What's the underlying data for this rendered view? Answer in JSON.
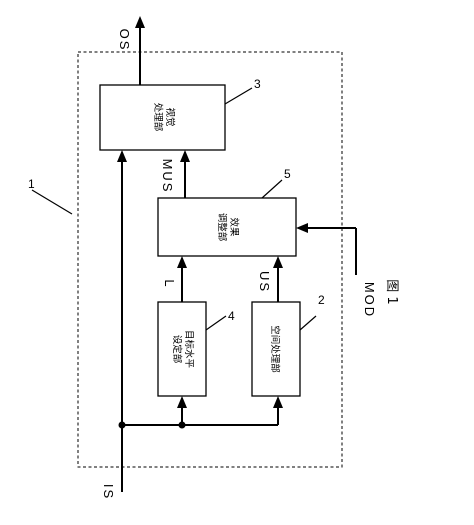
{
  "blocks": {
    "visual": {
      "line1": "视觉",
      "line2": "处理部",
      "ref": "3"
    },
    "effect": {
      "line1": "效果",
      "line2": "调整部",
      "ref": "5"
    },
    "target": {
      "line1": "目标水平",
      "line2": "设定部",
      "ref": "4"
    },
    "spatial": {
      "line1": "空间处理部",
      "ref": "2"
    }
  },
  "signals": {
    "os": "OS",
    "is": "IS",
    "mus": "MUS",
    "l": "L",
    "us": "US",
    "mod": "MOD"
  },
  "device_ref": "1",
  "figure_label": "图 1"
}
